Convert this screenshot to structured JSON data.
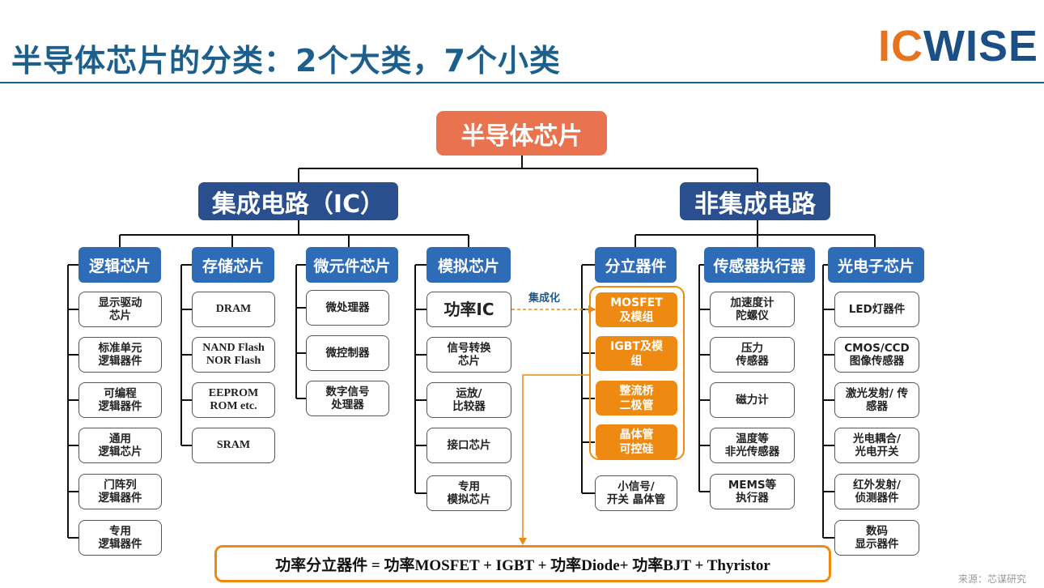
{
  "header": {
    "title": "半导体芯片的分类：2个大类，7个小类",
    "logo_left": "IC",
    "logo_right": "WISE"
  },
  "tree": {
    "root": "半导体芯片",
    "ic": {
      "label": "集成电路（IC）",
      "categories": [
        {
          "label": "逻辑芯片",
          "items": [
            "显示驱动\n芯片",
            "标准单元\n逻辑器件",
            "可编程\n逻辑器件",
            "通用\n逻辑芯片",
            "门阵列\n逻辑器件",
            "专用\n逻辑器件"
          ]
        },
        {
          "label": "存储芯片",
          "items": [
            "DRAM",
            "NAND Flash\nNOR Flash",
            "EEPROM\nROM etc.",
            "SRAM"
          ]
        },
        {
          "label": "微元件芯片",
          "items": [
            "微处理器",
            "微控制器",
            "数字信号\n处理器"
          ]
        },
        {
          "label": "模拟芯片",
          "items": [
            "功率IC",
            "信号转换\n芯片",
            "运放/\n比较器",
            "接口芯片",
            "专用\n模拟芯片"
          ]
        }
      ]
    },
    "non_ic": {
      "label": "非集成电路",
      "categories": [
        {
          "label": "分立器件",
          "items": [
            "MOSFET\n及模组",
            "IGBT及模\n组",
            "整流桥\n二极管",
            "晶体管\n可控硅",
            "小信号/\n开关 晶体管"
          ]
        },
        {
          "label": "传感器执行器",
          "items": [
            "加速度计\n陀螺仪",
            "压力\n传感器",
            "磁力计",
            "温度等\n非光传感器",
            "MEMS等\n执行器"
          ]
        },
        {
          "label": "光电子芯片",
          "items": [
            "LED灯器件",
            "CMOS/CCD\n图像传感器",
            "激光发射/ 传\n感器",
            "光电耦合/\n光电开关",
            "红外发射/\n侦测器件",
            "数码\n显示器件"
          ]
        }
      ]
    },
    "integration_label": "集成化",
    "formula": "功率分立器件 = 功率MOSFET + IGBT + 功率Diode+ 功率BJT + Thyristor"
  },
  "footer": {
    "source": "来源：芯谋研究"
  },
  "colors": {
    "title_blue": "#1d5f8c",
    "root_orange": "#e8734e",
    "level2_navy": "#2a4f8f",
    "category_blue": "#2e6cb8",
    "highlight_orange": "#ee8a12",
    "logo_orange": "#e8731f"
  }
}
